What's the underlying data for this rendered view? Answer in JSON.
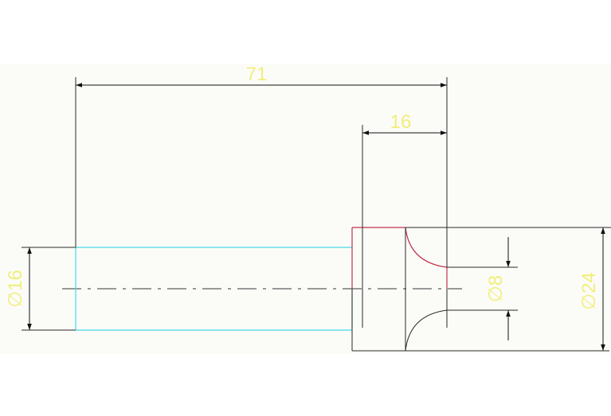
{
  "drawing": {
    "background_color": "#fbfcf8",
    "outline_color": "#2a2a2a",
    "shaft_color": "#48d8e6",
    "section_color": "#c0304a",
    "dimension_text_color": "#f2ee7a",
    "dimensions": {
      "overall_length": "71",
      "head_length": "16",
      "shaft_diameter": "∅16",
      "neck_diameter": "∅8",
      "head_diameter": "∅24"
    }
  }
}
